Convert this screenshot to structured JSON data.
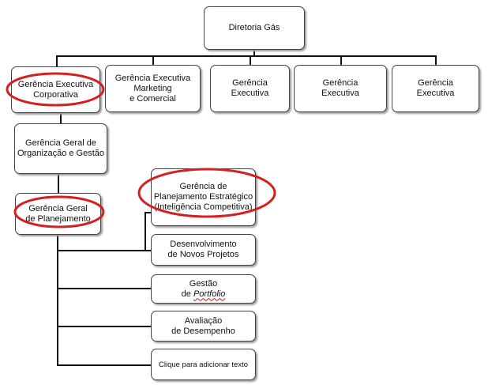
{
  "nodes": {
    "diretoria": "Diretoria Gás",
    "ge_corporativa": "Gerência Executiva\nCorporativa",
    "ge_marketing": "Gerência Executiva\nMarketing\ne Comercial",
    "ge_exec_1": "Gerência\nExecutiva",
    "ge_exec_2": "Gerência\nExecutiva",
    "ge_exec_3": "Gerência\nExecutiva",
    "gg_organizacao": "Gerência Geral de\nOrganização e Gestão",
    "gg_planejamento": "Gerência Geral\nde Planejamento",
    "g_planejamento_estrategico": "Gerência de\nPlanejamento Estratégico\n(Inteligência Competitiva)",
    "desenvolvimento": "Desenvolvimento\nde Novos Projetos",
    "gestao_line1": "Gestão",
    "gestao_prefix": "de ",
    "gestao_italic": "Portfolio",
    "avaliacao": "Avaliação\nde Desempenho",
    "placeholder": "Clique para adicionar texto"
  },
  "highlight_color": "#d42020"
}
